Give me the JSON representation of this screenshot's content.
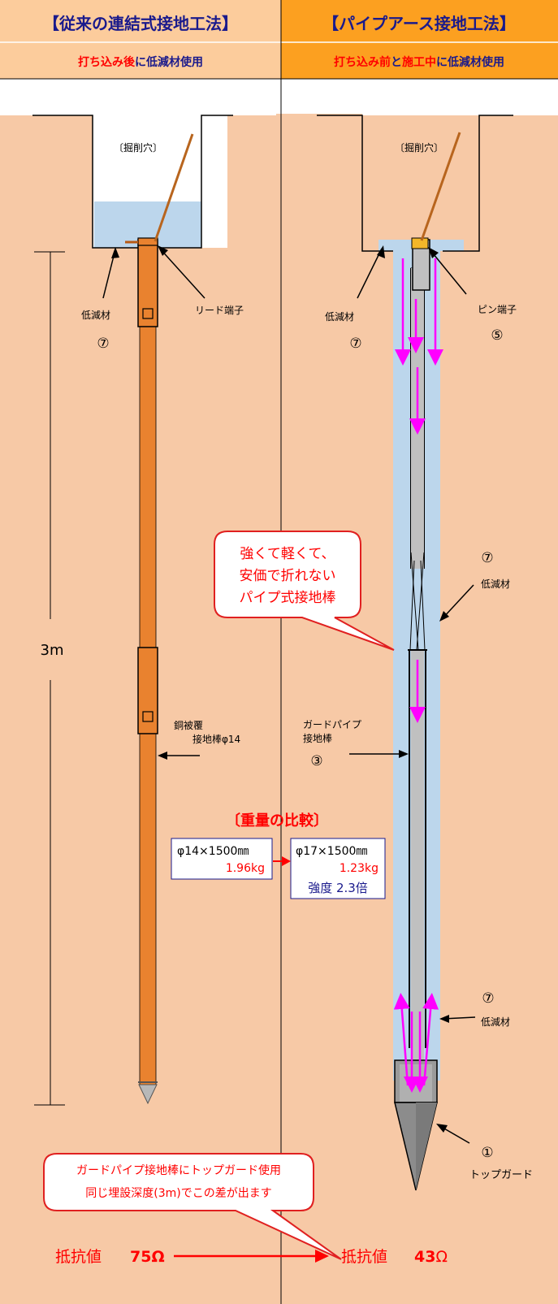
{
  "left": {
    "title": "【従来の連結式接地工法】",
    "subtitle_red": "打ち込み後",
    "subtitle_rest": "に低減材使用",
    "hole": "〔掘削穴〕",
    "reduce_label": "低減材",
    "reduce_num": "⑦",
    "lead_terminal": "リード端子",
    "rod_line1": "銅被覆",
    "rod_line2": "接地棒φ14",
    "depth": "3m",
    "weight_line1": "φ14×1500㎜",
    "weight_line2": "1.96kg"
  },
  "right": {
    "title": "【パイプアース接地工法】",
    "subtitle_part1": "打ち込み前",
    "subtitle_part2": "と",
    "subtitle_part3": "施工中",
    "subtitle_part4": "に低減材使用",
    "hole": "〔掘削穴〕",
    "reduce_label": "低減材",
    "reduce_num": "⑦",
    "pin_terminal": "ピン端子",
    "pin_num": "⑤",
    "reduce2_num": "⑦",
    "reduce2_label": "低減材",
    "guard_line1": "ガードパイプ",
    "guard_line2": "接地棒",
    "guard_num": "③",
    "reduce3_num": "⑦",
    "reduce3_label": "低減材",
    "top_guard_num": "①",
    "top_guard_label": "トップガード",
    "weight_line1": "φ17×1500㎜",
    "weight_line2": "1.23kg",
    "strength": "強度 2.3倍"
  },
  "callout": {
    "line1": "強くて軽くて、",
    "line2": "安価で折れない",
    "line3": "パイプ式接地棒"
  },
  "comparison_title": "〔重量の比較〕",
  "bottom_note": {
    "line1": "ガードパイプ接地棒にトップガード使用",
    "line2": "同じ埋設深度(3m)でこの差が出ます"
  },
  "resistance": {
    "label": "抵抗値",
    "left_value": "75",
    "right_value": "43",
    "unit": "Ω"
  },
  "colors": {
    "soil": "#f7c9a6",
    "header_left": "#fccc9c",
    "header_right": "#fca020",
    "title_navy": "#1a1a8c",
    "red": "#ff0000",
    "rod_orange": "#e9822f",
    "reduce_blue": "#bcd6ec",
    "pipe_gray": "#c0c0c0",
    "magenta": "#ff00ff"
  }
}
